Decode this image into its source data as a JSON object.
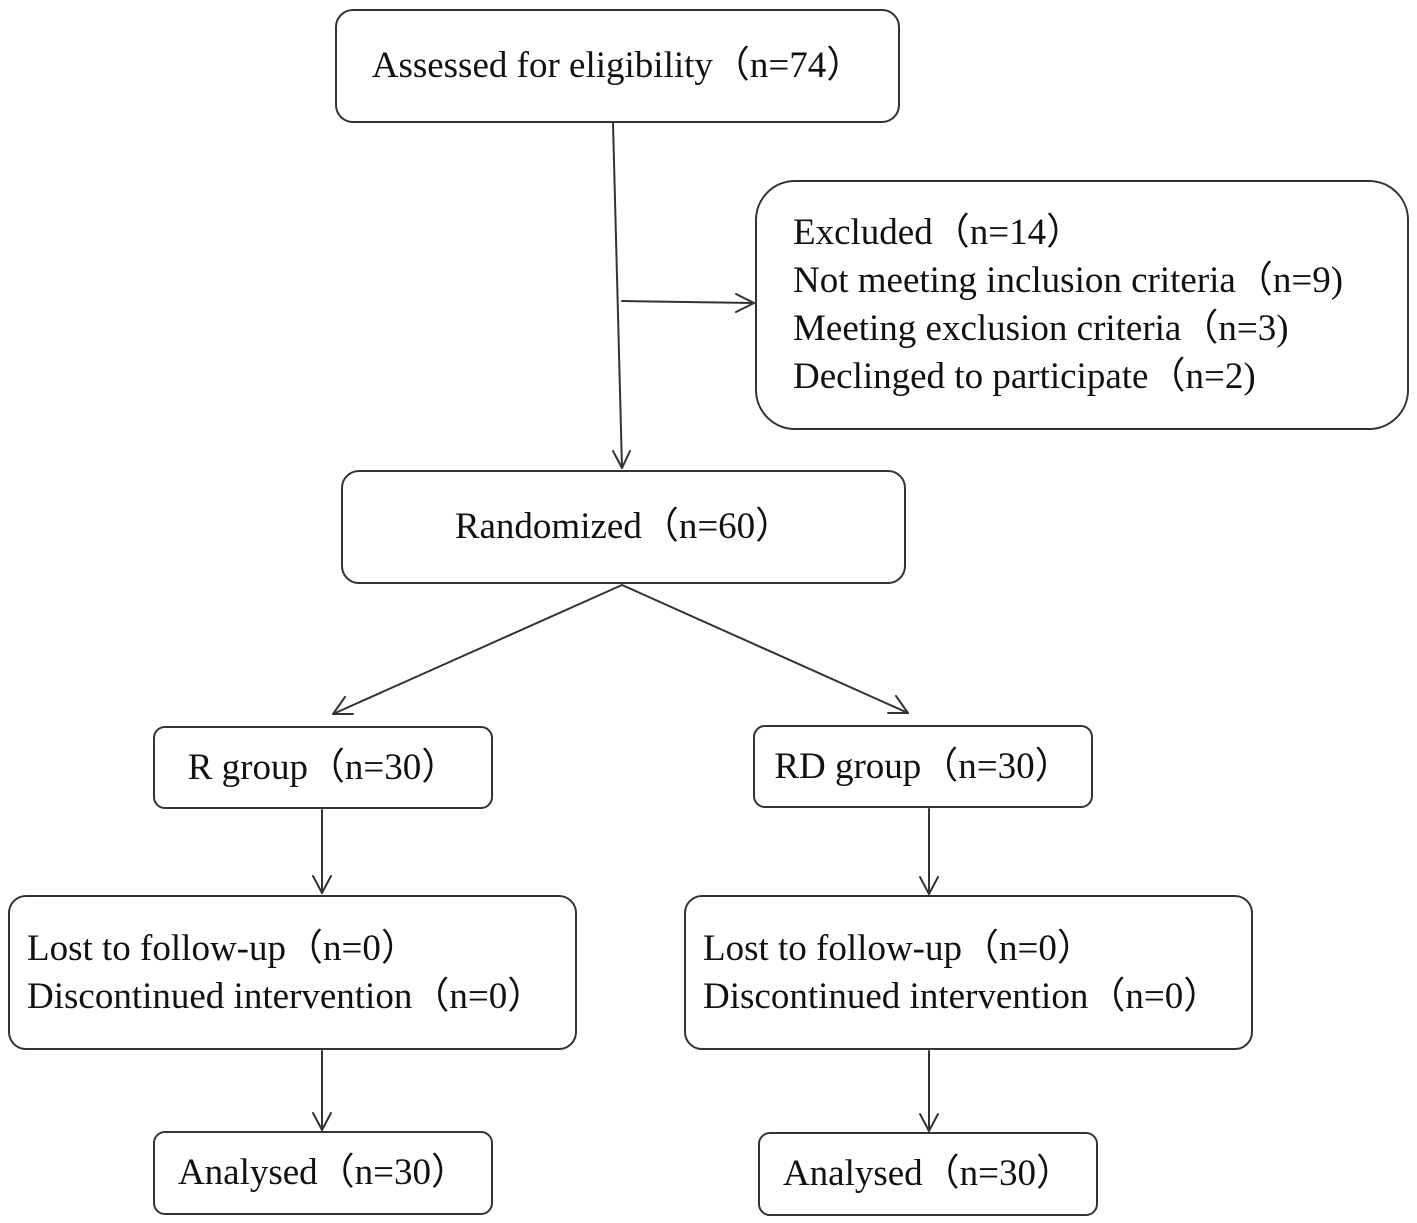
{
  "flowchart": {
    "assessed": {
      "label": "Assessed for eligibility（n=74）"
    },
    "excluded": {
      "lines": [
        "Excluded（n=14）",
        "Not meeting inclusion criteria（n=9)",
        "Meeting exclusion criteria（n=3)",
        "Declinged to participate（n=2)"
      ]
    },
    "randomized": {
      "label": "Randomized（n=60）"
    },
    "r_group": {
      "label": "R group（n=30）",
      "followup": [
        "Lost to follow-up（n=0）",
        "Discontinued intervention（n=0）"
      ],
      "analysed": "Analysed（n=30）"
    },
    "rd_group": {
      "label": "RD group（n=30）",
      "followup": [
        "Lost to follow-up（n=0）",
        "Discontinued intervention（n=0）"
      ],
      "analysed": "Analysed（n=30）"
    }
  },
  "colors": {
    "stroke": "#333333",
    "text": "#111111",
    "background": "#ffffff"
  }
}
